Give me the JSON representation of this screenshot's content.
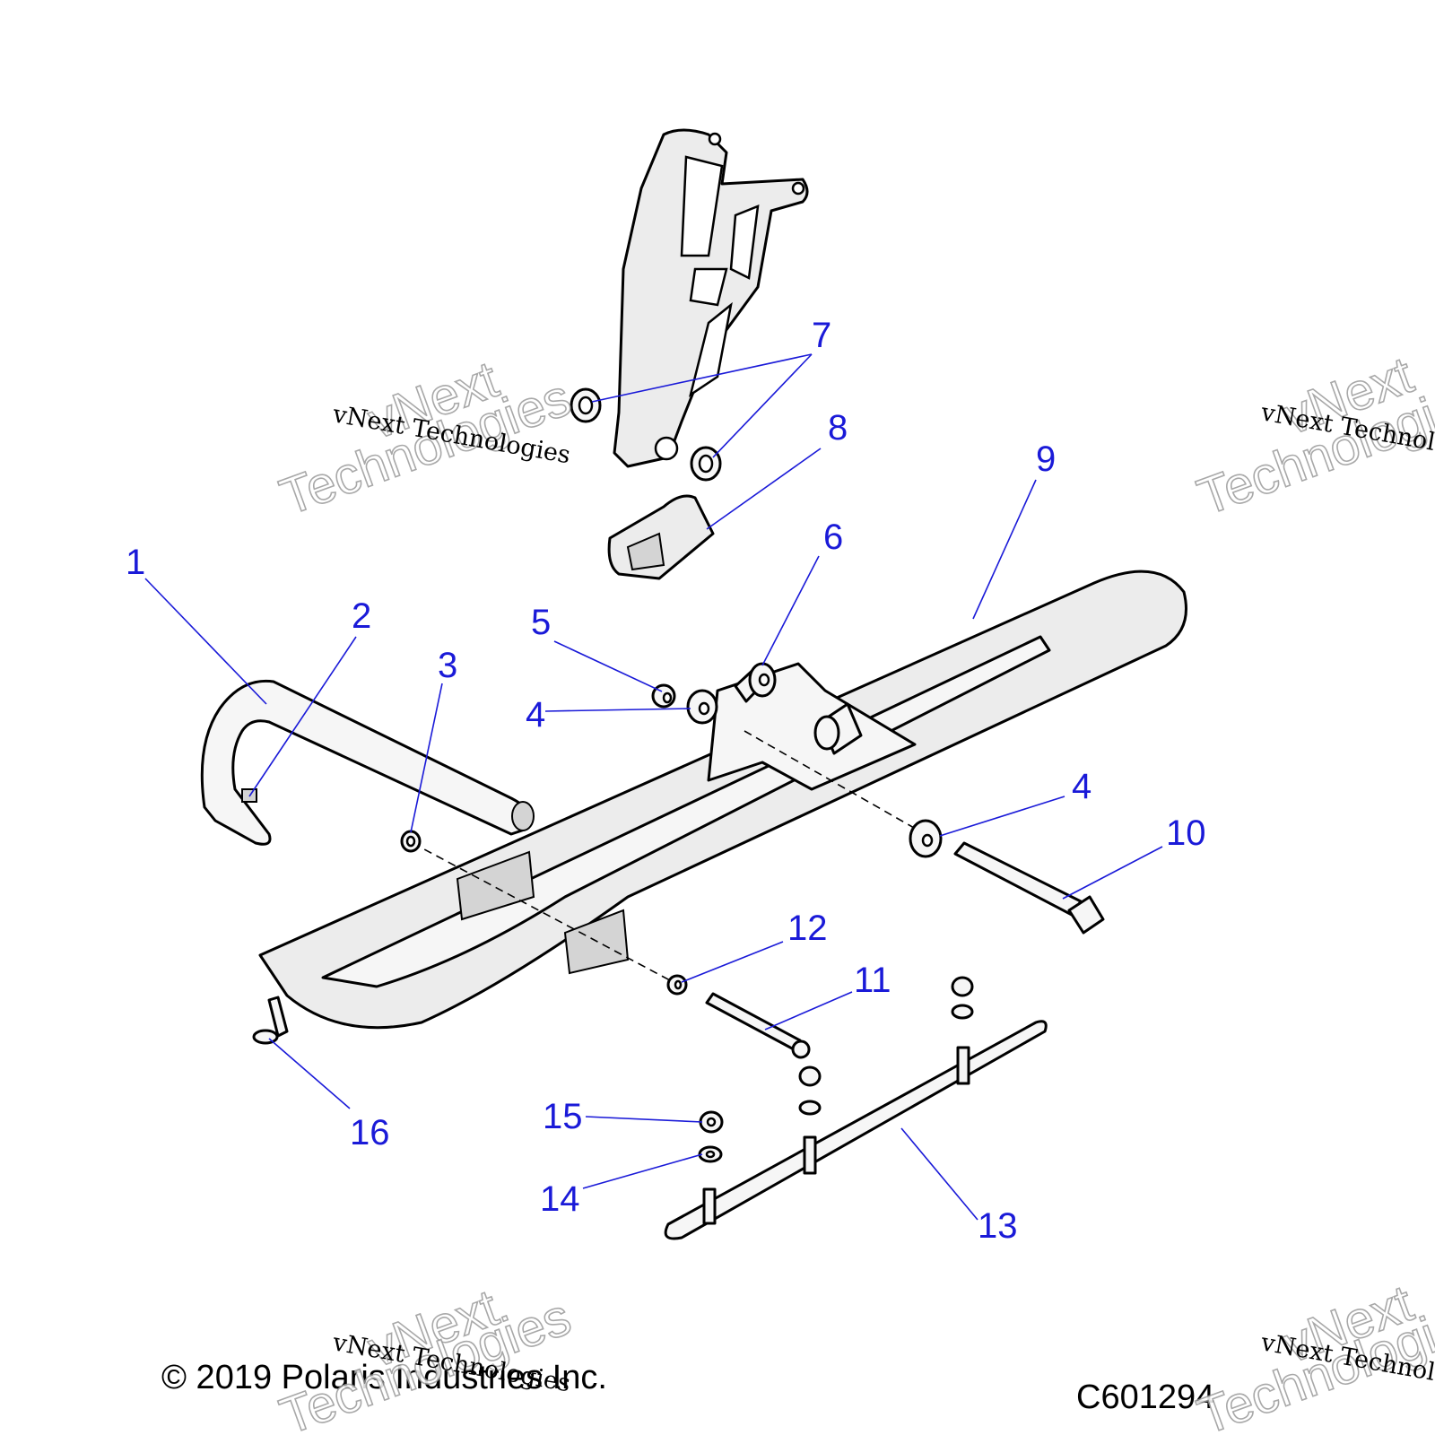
{
  "diagram": {
    "callouts": [
      "1",
      "2",
      "3",
      "4",
      "5",
      "6",
      "7",
      "8",
      "9",
      "4",
      "10",
      "12",
      "11",
      "15",
      "14",
      "13",
      "16"
    ],
    "watermark": {
      "big_line1": "vNext",
      "big_line2": "Technologies",
      "small": "vNext Technologies"
    },
    "copyright": "© 2019 Polaris Industries Inc.",
    "figure_code": "C601294",
    "colors": {
      "callout": "#1a1ad8",
      "line": "#000000",
      "fill": "#ececec"
    }
  }
}
